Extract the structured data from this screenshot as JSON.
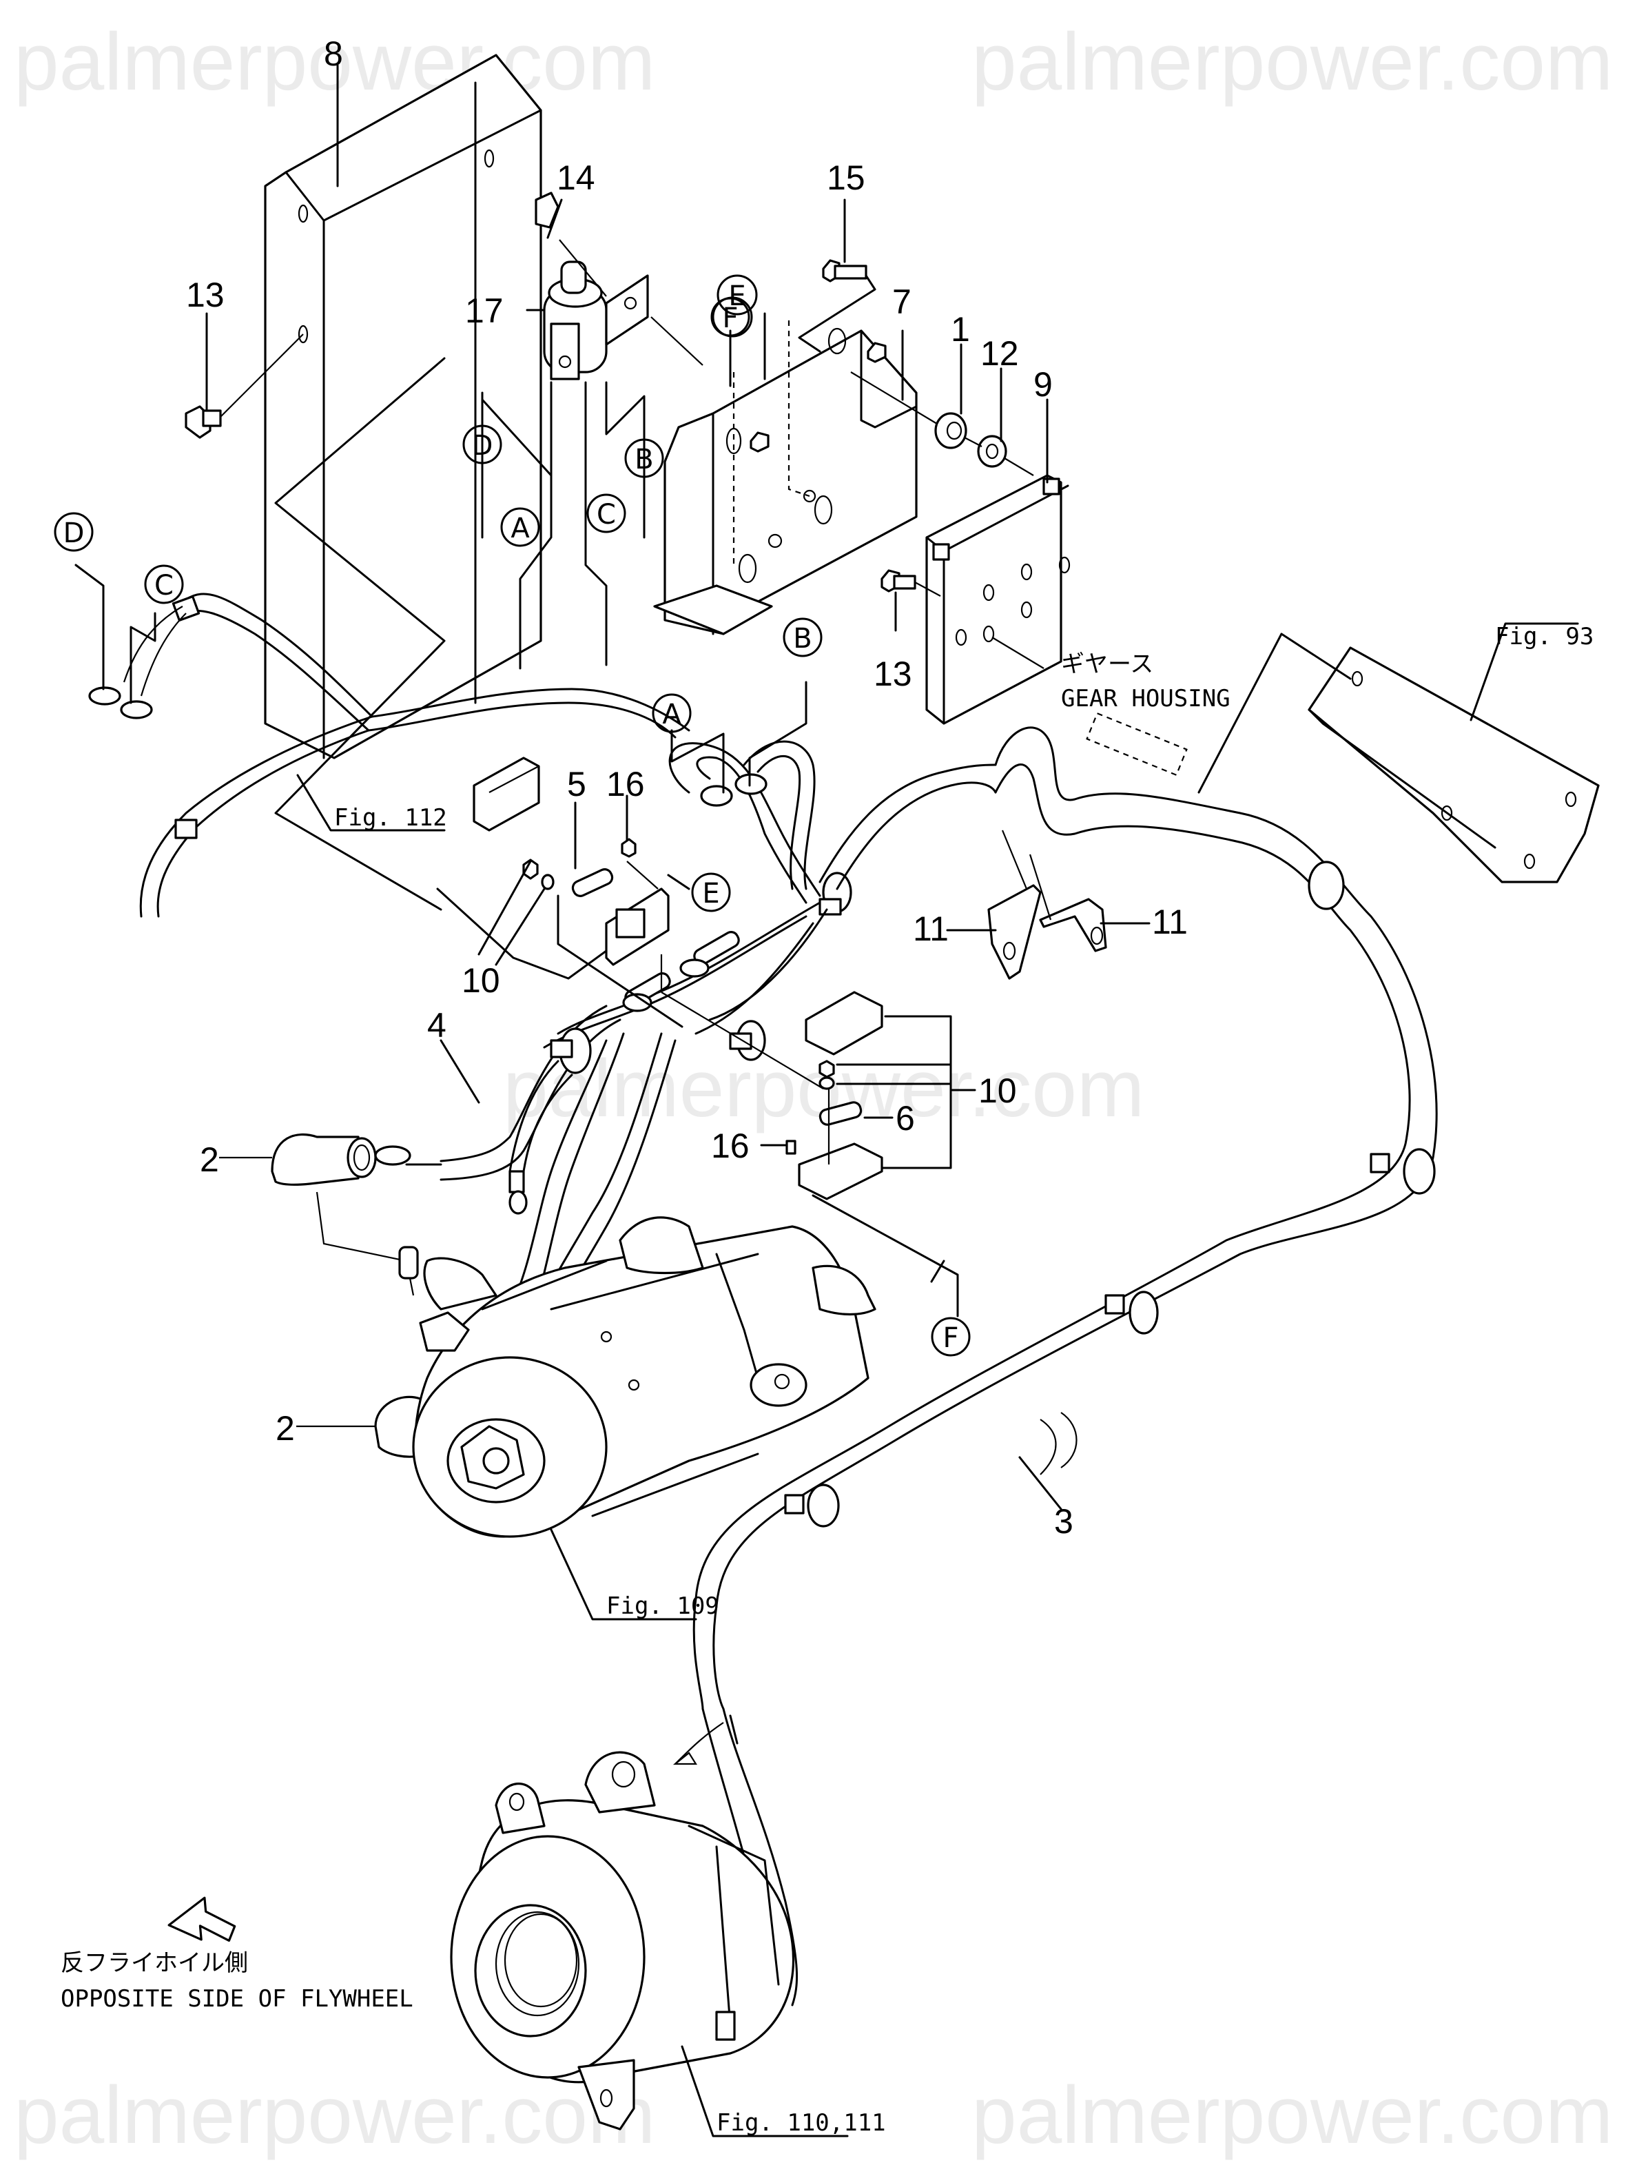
{
  "watermark": {
    "text": "palmerpower.com"
  },
  "callouts": {
    "c1": "1",
    "c2a": "2",
    "c2b": "2",
    "c3": "3",
    "c4": "4",
    "c5": "5",
    "c6": "6",
    "c7": "7",
    "c8": "8",
    "c9": "9",
    "c10a": "10",
    "c10b": "10",
    "c11a": "11",
    "c11b": "11",
    "c12": "12",
    "c13a": "13",
    "c13b": "13",
    "c14": "14",
    "c15": "15",
    "c16a": "16",
    "c16b": "16",
    "c17": "17"
  },
  "connectors": {
    "A1": "A",
    "A2": "A",
    "B1": "B",
    "B2": "B",
    "C1": "C",
    "C2": "C",
    "D1": "D",
    "D2": "D",
    "E1": "E",
    "E2": "E",
    "F1": "F",
    "F2": "F"
  },
  "fig_refs": {
    "fig93": "Fig. 93",
    "fig112": "Fig. 112",
    "fig109": "Fig. 109",
    "fig110": "Fig. 110,111"
  },
  "notes": {
    "gear_housing_jp": "ギヤース",
    "gear_housing_en": "GEAR HOUSING",
    "opposite_jp": "反フライホイル側",
    "opposite_en": "OPPOSITE SIDE OF FLYWHEEL"
  }
}
